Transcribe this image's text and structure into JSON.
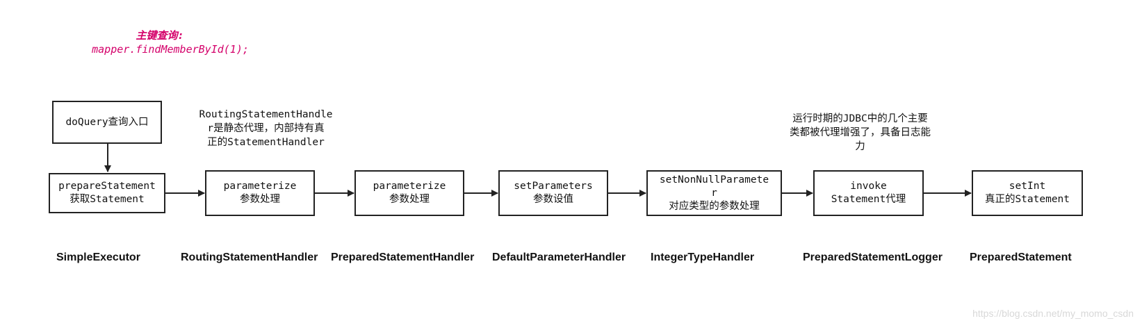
{
  "header": {
    "title": "主键查询:",
    "code": "mapper.findMemberById(1);"
  },
  "boxes": {
    "doquery": [
      "doQuery查询入口"
    ],
    "prepare": [
      "prepareStatement",
      "获取Statement"
    ],
    "routing_param": [
      "parameterize",
      "参数处理"
    ],
    "prepared_param": [
      "parameterize",
      "参数处理"
    ],
    "set_params": [
      "setParameters",
      "参数设值"
    ],
    "set_nonnull": [
      "setNonNullParamete",
      "r",
      "对应类型的参数处理"
    ],
    "invoke": [
      "invoke",
      "Statement代理"
    ],
    "set_int": [
      "setInt",
      "真正的Statement"
    ]
  },
  "notes": {
    "routing": [
      "RoutingStatementHandle",
      "r是静态代理，内部持有真",
      "正的StatementHandler"
    ],
    "jdbc": [
      "运行时期的JDBC中的几个主要",
      "类都被代理增强了，具备日志能",
      "力"
    ]
  },
  "classes": {
    "simple_executor": "SimpleExecutor",
    "routing_handler": "RoutingStatementHandler",
    "prepared_handler": "PreparedStatementHandler",
    "default_param_handler": "DefaultParameterHandler",
    "integer_type_handler": "IntegerTypeHandler",
    "prepared_logger": "PreparedStatementLogger",
    "prepared_statement": "PreparedStatement"
  },
  "watermark": "https://blog.csdn.net/my_momo_csdn",
  "colors": {
    "title": "#d4006a",
    "stroke": "#222222",
    "watermark": "#d8d8d8"
  }
}
